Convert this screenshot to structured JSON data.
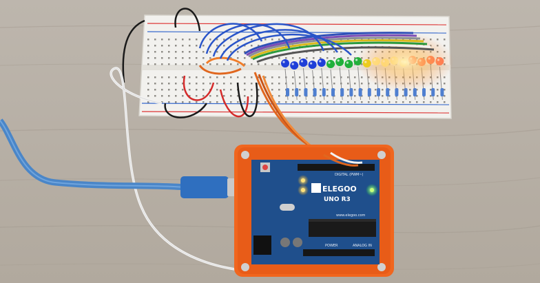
{
  "board": {
    "brand": "ELEGOO",
    "model": "UNO R3",
    "url": "www.elegoo.com",
    "digital_label": "DIGITAL (PWM~)",
    "power_label": "POWER",
    "analog_label": "ANALOG IN"
  },
  "colors": {
    "table": "#b9b1a7",
    "breadboard": "#f2f1ee",
    "pcb": "#1f4f8c",
    "case": "#f0661e",
    "usb_cable": "#4a86c8"
  },
  "leds": [
    {
      "color": "blue"
    },
    {
      "color": "blue"
    },
    {
      "color": "blue"
    },
    {
      "color": "blue"
    },
    {
      "color": "blue"
    },
    {
      "color": "green"
    },
    {
      "color": "green"
    },
    {
      "color": "green"
    },
    {
      "color": "green"
    },
    {
      "color": "yellow"
    },
    {
      "color": "yellow"
    },
    {
      "color": "yellow"
    },
    {
      "color": "yellow"
    },
    {
      "color": "yellow"
    },
    {
      "color": "red"
    },
    {
      "color": "red"
    },
    {
      "color": "red"
    },
    {
      "color": "red"
    }
  ],
  "leds_lit": 8
}
